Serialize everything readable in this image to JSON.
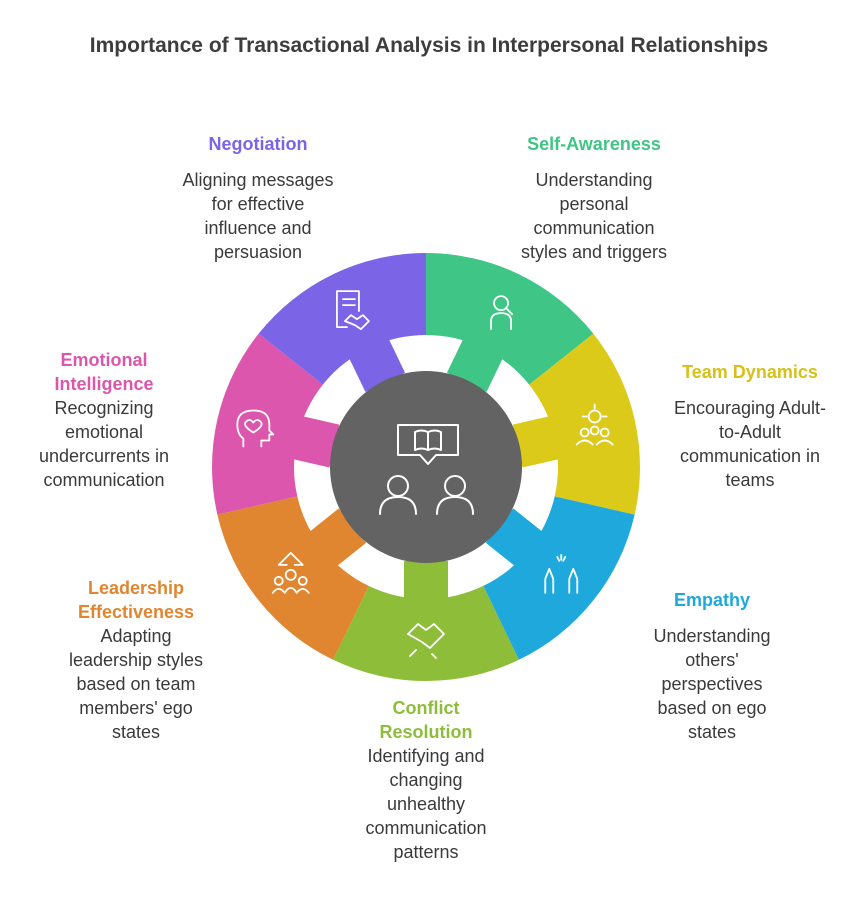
{
  "title": "Importance of Transactional Analysis in Interpersonal Relationships",
  "center": {
    "icon": "book-chat-people-icon",
    "color": "#636363"
  },
  "segments": [
    {
      "id": "self-awareness",
      "label": "Self-Awareness",
      "description": "Understanding personal communication styles and triggers",
      "color": "#3fc585",
      "icon": "self-reflection-icon"
    },
    {
      "id": "team-dynamics",
      "label": "Team Dynamics",
      "description": "Encouraging Adult-to-Adult communication in teams",
      "color": "#dcca1a",
      "icon": "team-group-icon"
    },
    {
      "id": "empathy",
      "label": "Empathy",
      "description": "Understanding others' perspectives based on ego states",
      "color": "#1fa8dc",
      "icon": "high-five-icon"
    },
    {
      "id": "conflict-resolution",
      "label": "Conflict Resolution",
      "description": "Identifying and changing unhealthy communication patterns",
      "color": "#8ebd3a",
      "icon": "handshake-icon"
    },
    {
      "id": "leadership-effectiveness",
      "label": "Leadership Effectiveness",
      "description": "Adapting leadership styles based on team members' ego states",
      "color": "#e08630",
      "icon": "leader-growth-icon"
    },
    {
      "id": "emotional-intelligence",
      "label": "Emotional Intelligence",
      "description": "Recognizing emotional undercurrents in communication",
      "color": "#dc56ae",
      "icon": "head-heart-icon"
    },
    {
      "id": "negotiation",
      "label": "Negotiation",
      "description": "Aligning messages for effective influence and persuasion",
      "color": "#7b65e6",
      "icon": "contract-handshake-icon"
    }
  ]
}
